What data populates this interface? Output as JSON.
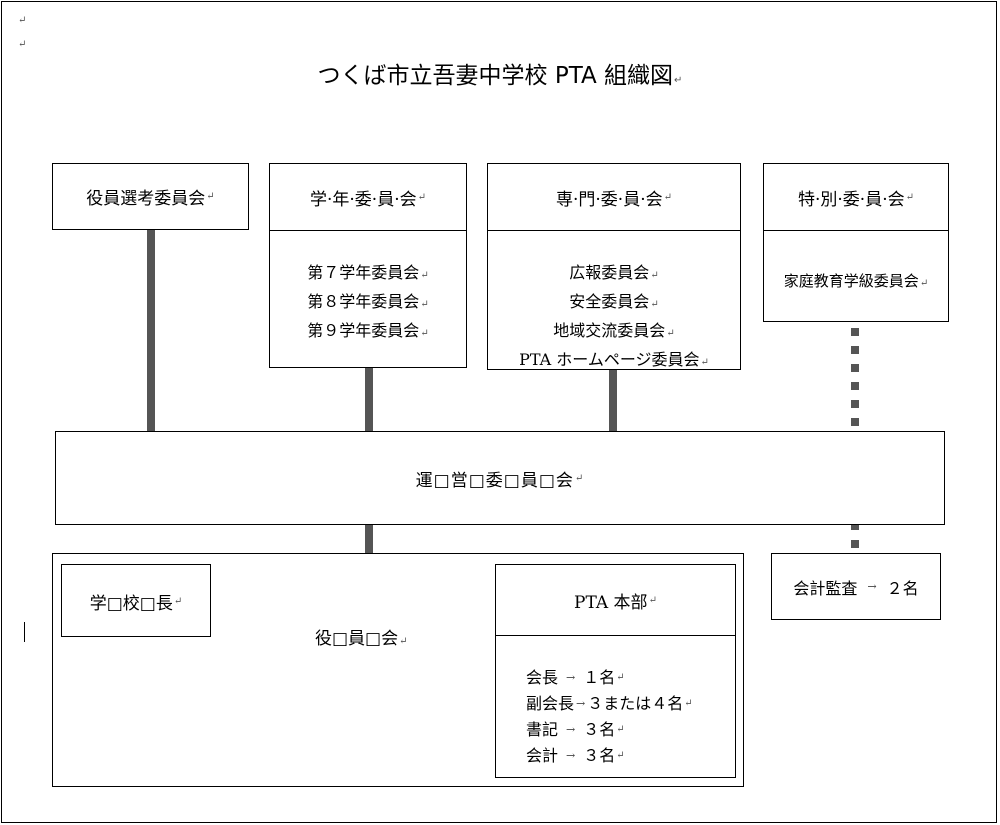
{
  "title": "つくば市立吾妻中学校 PTA 組織図",
  "top_boxes": {
    "election": "役員選考委員会",
    "grade": {
      "head": "学·年·委·員·会",
      "items": [
        "第７学年委員会",
        "第８学年委員会",
        "第９学年委員会"
      ]
    },
    "specialist": {
      "head": "専·門·委·員·会",
      "items": [
        "広報委員会",
        "安全委員会",
        "地域交流委員会",
        "PTA ホームページ委員会"
      ]
    },
    "special": {
      "head": "特·別·委·員·会",
      "items": [
        "家庭教育学級委員会"
      ]
    }
  },
  "steering": "運□営□委□員□会",
  "officers": {
    "principal": "学□校□長",
    "label": "役□員□会",
    "hq": {
      "head": "PTA 本部",
      "rows": [
        {
          "role": "会長",
          "count": "１名"
        },
        {
          "role": "副会長",
          "count": "３または４名"
        },
        {
          "role": "書記",
          "count": "３名"
        },
        {
          "role": "会計",
          "count": "３名"
        }
      ]
    }
  },
  "audit": {
    "role": "会計監査",
    "count": "２名"
  },
  "marks": {
    "return": "↵",
    "arrow": "→"
  }
}
